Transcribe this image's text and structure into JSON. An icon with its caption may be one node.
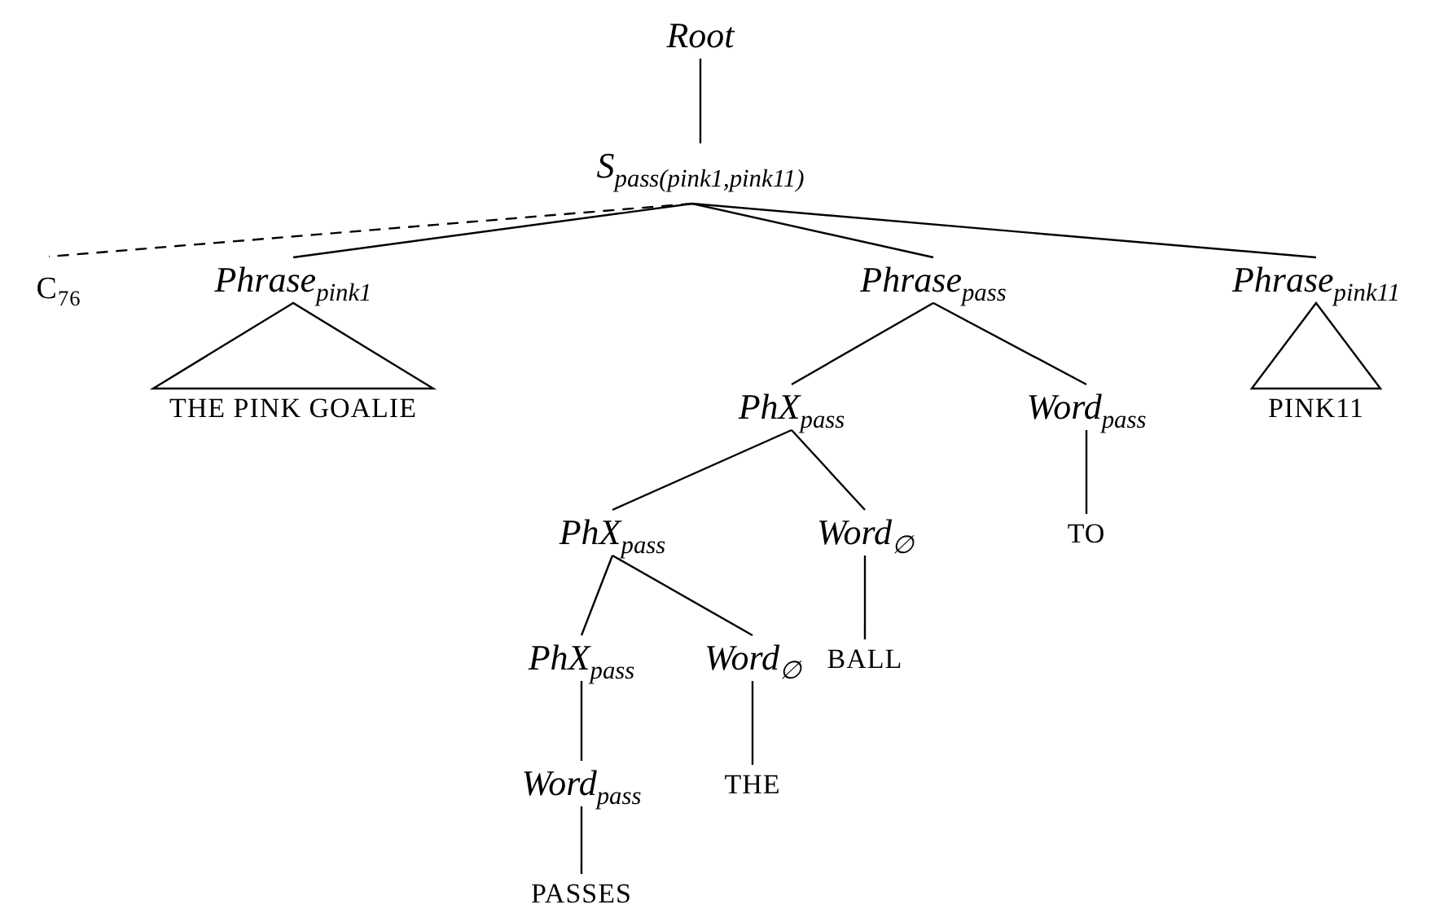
{
  "diagram": {
    "nodes": [
      {
        "text": [
          "Root"
        ]
      },
      {
        "text": [
          "S$_{pass(pink1,pink11)}$"
        ]
      },
      {
        "text": [
          "C$_{76}$"
        ]
      },
      {
        "text": [
          "Phrase$_{pink1}$"
        ]
      },
      {
        "text": [
          "THE PINK GOALIE"
        ]
      },
      {
        "text": [
          "Phrase$_{pass}$"
        ]
      },
      {
        "text": [
          "Phrase$_{pink11}$"
        ]
      },
      {
        "text": [
          "PINK11"
        ]
      },
      {
        "text": [
          "PhX$_{pass}$"
        ]
      },
      {
        "text": [
          "Word$_{pass}$"
        ]
      },
      {
        "text": [
          "TO"
        ]
      },
      {
        "text": [
          "PhX$_{pass}$"
        ]
      },
      {
        "text": [
          "Word$_{∅}$"
        ]
      },
      {
        "text": [
          "BALL"
        ]
      },
      {
        "text": [
          "PhX$_{pass}$"
        ]
      },
      {
        "text": [
          "Word$_{∅}$"
        ]
      },
      {
        "text": [
          "THE"
        ]
      },
      {
        "text": [
          "Word$_{pass}$"
        ]
      },
      {
        "text": [
          "PASSES"
        ]
      }
    ],
    "edges": [
      {
        "from": 0,
        "to": 1,
        "arrow": "none"
      },
      {
        "from": 1,
        "to": 2,
        "arrow": "none",
        "style": "dashed"
      },
      {
        "from": 1,
        "to": 3,
        "arrow": "none"
      },
      {
        "from": 1,
        "to": 5,
        "arrow": "none"
      },
      {
        "from": 1,
        "to": 6,
        "arrow": "none"
      },
      {
        "from": 3,
        "to": 4,
        "arrow": "none"
      },
      {
        "from": 5,
        "to": 8,
        "arrow": "none"
      },
      {
        "from": 5,
        "to": 9,
        "arrow": "none"
      },
      {
        "from": 6,
        "to": 7,
        "arrow": "none"
      },
      {
        "from": 8,
        "to": 11,
        "arrow": "none"
      },
      {
        "from": 8,
        "to": 12,
        "arrow": "none"
      },
      {
        "from": 9,
        "to": 10,
        "arrow": "none"
      },
      {
        "from": 11,
        "to": 14,
        "arrow": "none"
      },
      {
        "from": 11,
        "to": 15,
        "arrow": "none"
      },
      {
        "from": 12,
        "to": 13,
        "arrow": "none"
      },
      {
        "from": 14,
        "to": 17,
        "arrow": "none"
      },
      {
        "from": 15,
        "to": 16,
        "arrow": "none"
      },
      {
        "from": 17,
        "to": 18,
        "arrow": "none"
      }
    ]
  }
}
